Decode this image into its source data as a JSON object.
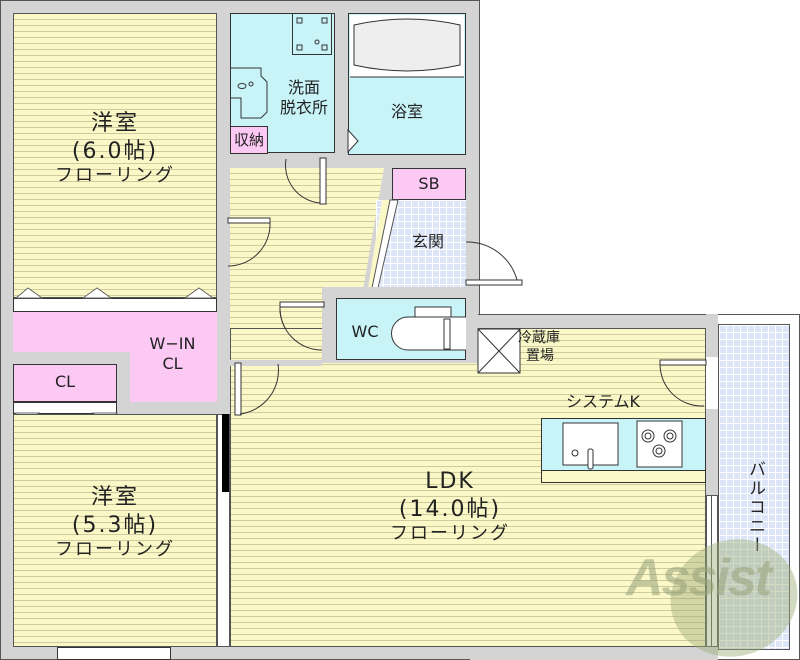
{
  "floorplan": {
    "rooms": {
      "western_room_1": {
        "name": "洋室",
        "size": "(6.0帖)",
        "floor": "フローリング"
      },
      "washroom": {
        "line1": "洗面",
        "line2": "脱衣所"
      },
      "storage": {
        "name": "収納"
      },
      "bathroom": {
        "name": "浴室"
      },
      "shoe_box": {
        "name": "SB"
      },
      "entrance": {
        "name": "玄関"
      },
      "toilet": {
        "name": "WC"
      },
      "walk_in_closet": {
        "line1": "W−IN",
        "line2": "CL"
      },
      "closet": {
        "name": "CL"
      },
      "western_room_2": {
        "name": "洋室",
        "size": "(5.3帖)",
        "floor": "フローリング"
      },
      "ldk": {
        "name": "LDK",
        "size": "(14.0帖)",
        "floor": "フローリング"
      },
      "fridge_space": {
        "line1": "冷蔵庫",
        "line2": "置場"
      },
      "system_kitchen": {
        "name": "システムK"
      },
      "balcony": {
        "name": "バルコニー"
      }
    },
    "watermark": {
      "text": "Assist"
    },
    "colors": {
      "floor": "#fbf8c8",
      "wet_area": "#c8f4f8",
      "storage": "#fcc8f4",
      "tile": "#dce6f8",
      "wall": "#d4d4d4"
    }
  }
}
